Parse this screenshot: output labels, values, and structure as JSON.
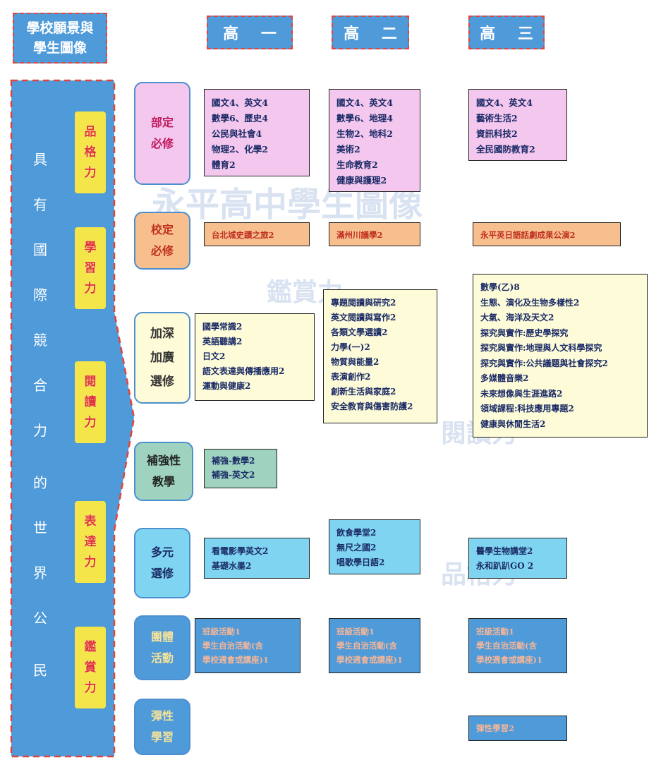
{
  "title": {
    "line1": "學校願景與",
    "line2": "學生圖像"
  },
  "grades": [
    "高 一",
    "高 二",
    "高 三"
  ],
  "vision": [
    "具",
    "有",
    "國",
    "際",
    "競",
    "合",
    "力",
    "的",
    "世",
    "界",
    "公",
    "民"
  ],
  "abilities": [
    {
      "chars": [
        "品",
        "格",
        "力"
      ]
    },
    {
      "chars": [
        "學",
        "習",
        "力"
      ]
    },
    {
      "chars": [
        "閱",
        "讀",
        "力"
      ]
    },
    {
      "chars": [
        "表",
        "達",
        "力"
      ]
    },
    {
      "chars": [
        "鑑",
        "賞",
        "力"
      ]
    }
  ],
  "categories": [
    {
      "lines": [
        "部定",
        "必修"
      ]
    },
    {
      "lines": [
        "校定",
        "必修"
      ]
    },
    {
      "lines": [
        "加深",
        "加廣",
        "選修"
      ]
    },
    {
      "lines": [
        "補強性",
        "教學"
      ]
    },
    {
      "lines": [
        "多元",
        "選修"
      ]
    },
    {
      "lines": [
        "團體",
        "活動"
      ]
    },
    {
      "lines": [
        "彈性",
        "學習"
      ]
    }
  ],
  "courses": {
    "required_national": {
      "g1": [
        "國文4、英文4",
        "數學6、歷史4",
        "公民與社會4",
        "物理2、化學2",
        "體育2"
      ],
      "g2": [
        "國文4、英文4",
        "數學6、地理4",
        "生物2、地科2",
        "美術2",
        "生命教育2",
        "健康與護理2"
      ],
      "g3": [
        "國文4、英文4",
        "藝術生活2",
        "資訊科技2",
        "全民國防教育2"
      ]
    },
    "required_school": {
      "g1": [
        "台北城史蹟之旅2"
      ],
      "g2": [
        "滿州川議學2"
      ],
      "g3": [
        "永平英日語話劇成果公演2"
      ]
    },
    "advanced": {
      "g1": [
        "國學常識2",
        "英語聽講2",
        "日文2",
        "語文表達與傳播應用2",
        "運動與健康2"
      ],
      "g2": [
        "專題閱讀與研究2",
        "英文閱讀與寫作2",
        "各類文學選讀2",
        "力學(一)2",
        "物質與能量2",
        "表演創作2",
        "創新生活與家庭2",
        "安全教育與傷害防護2"
      ],
      "g3": [
        "數學(乙)8",
        "生態、演化及生物多樣性2",
        "大氣、海洋及天文2",
        "探究與實作:歷史學探究",
        "探究與實作:地理與人文科學探究",
        "探究與實作:公共議題與社會探究2",
        "多媒體音樂2",
        "未來想像與生涯進路2",
        "領域課程:科技應用專題2",
        "健康與休閒生活2"
      ]
    },
    "remedial": {
      "g1": [
        "補強-數學2",
        "補強-英文2"
      ]
    },
    "diverse": {
      "g1": [
        "看電影學英文2",
        "基礎水墨2"
      ],
      "g2": [
        "飲食學堂2",
        "無尺之國2",
        "唱歌學日語2"
      ],
      "g3": [
        "醫學生物講堂2",
        "永和趴趴GO 2"
      ]
    },
    "group": {
      "g1": [
        "班級活動1",
        "學生自治活動(含",
        "學校週會或講座)1"
      ],
      "g2": [
        "班級活動1",
        "學生自治活動(含",
        "學校週會或講座)1"
      ],
      "g3": [
        "班級活動1",
        "學生自治活動(含",
        "學校週會或講座)1"
      ]
    },
    "flex": {
      "g3": [
        "彈性學習2"
      ]
    }
  },
  "watermarks": [
    "永平高中學生圖像",
    "鑑賞力",
    "閱讀力",
    "品格力"
  ],
  "colors": {
    "header_blue": "#4f9ad8",
    "dash_red": "#e0443c",
    "ability_yellow": "#f4e64a",
    "pink": "#f3c7ee",
    "orange": "#f7be8e",
    "cream": "#fdfbd8",
    "green": "#9fd3bf",
    "sky": "#7fd5f1"
  }
}
